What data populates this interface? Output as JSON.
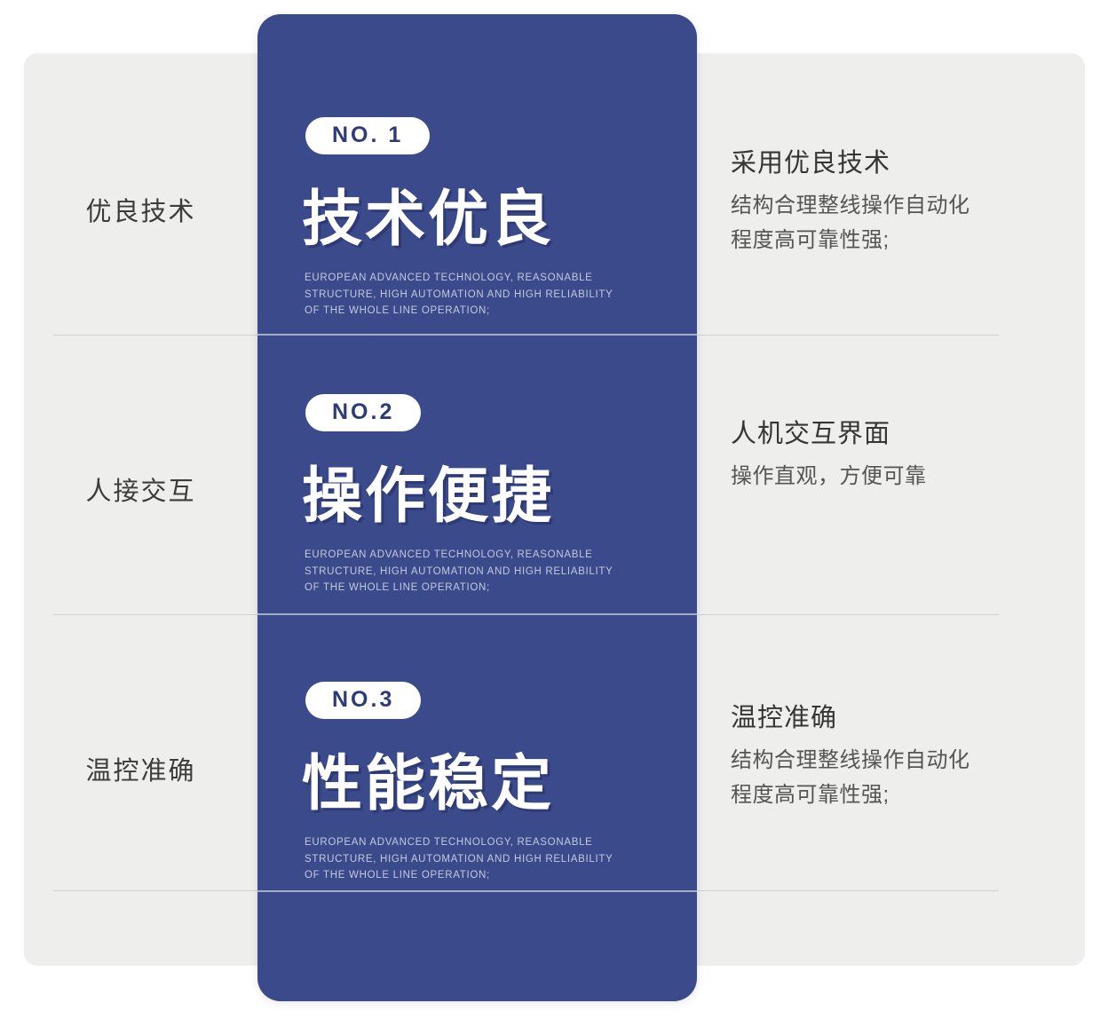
{
  "colors": {
    "brand_blue": "#3b4a8a",
    "panel_grey": "#eeeeec",
    "divider": "#d2d2d2",
    "badge_text": "#2e3b79",
    "subtitle_text": "#c3c9de"
  },
  "left_column": {
    "labels": [
      {
        "text": "优良技术"
      },
      {
        "text": "人接交互"
      },
      {
        "text": "温控准确"
      }
    ]
  },
  "center_card": {
    "panels": [
      {
        "badge": "NO. 1",
        "headline": "技术优良",
        "subtitle_lines": [
          "EUROPEAN ADVANCED TECHNOLOGY, REASONABLE",
          "STRUCTURE, HIGH AUTOMATION AND HIGH RELIABILITY",
          "OF THE WHOLE LINE OPERATION;"
        ]
      },
      {
        "badge": "NO.2",
        "headline": "操作便捷",
        "subtitle_lines": [
          "EUROPEAN ADVANCED TECHNOLOGY, REASONABLE",
          "STRUCTURE, HIGH AUTOMATION AND HIGH RELIABILITY",
          "OF THE WHOLE LINE OPERATION;"
        ]
      },
      {
        "badge": "NO.3",
        "headline": "性能稳定",
        "subtitle_lines": [
          "EUROPEAN ADVANCED TECHNOLOGY, REASONABLE",
          "STRUCTURE, HIGH AUTOMATION AND HIGH RELIABILITY",
          "OF THE WHOLE LINE OPERATION;"
        ]
      }
    ]
  },
  "right_column": {
    "blocks": [
      {
        "title": "采用优良技术",
        "lines": [
          "结构合理整线操作自动化",
          "程度高可靠性强;"
        ]
      },
      {
        "title": "人机交互界面",
        "lines": [
          "操作直观，方便可靠"
        ]
      },
      {
        "title": "温控准确",
        "lines": [
          "结构合理整线操作自动化",
          "程度高可靠性强;"
        ]
      }
    ]
  }
}
